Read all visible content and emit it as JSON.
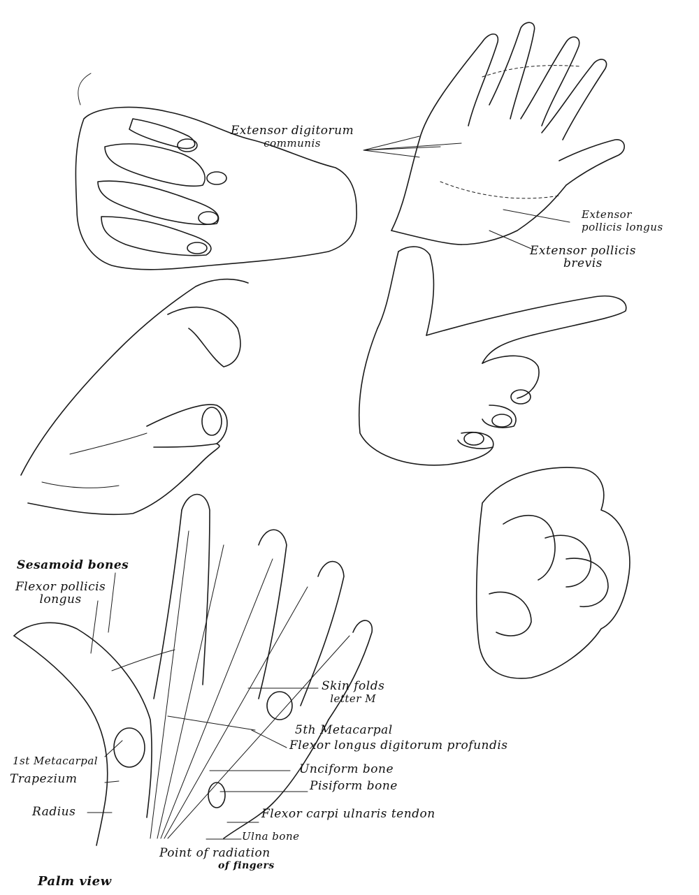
{
  "figure": {
    "caption": "Palm view",
    "drawings": [
      {
        "name": "cupped-hand",
        "description": "Hand cupped, fingers curled over"
      },
      {
        "name": "dorsal-hand",
        "description": "Back of spread hand showing extensor tendons"
      },
      {
        "name": "pinching-hand",
        "description": "Hand with thumb and fingers pinching"
      },
      {
        "name": "pointing-hand",
        "description": "Hand with index finger pointing"
      },
      {
        "name": "fist",
        "description": "Clenched fist"
      },
      {
        "name": "palm-skeleton",
        "description": "Palm view with bones and tendons"
      }
    ],
    "labels": {
      "extensor_digitorum": {
        "line1": "Extensor digitorum",
        "line2": "communis"
      },
      "extensor_pollicis_longus": {
        "line1": "Extensor",
        "line2": "pollicis longus"
      },
      "extensor_pollicis_brevis": {
        "line1": "Extensor pollicis",
        "line2": "brevis"
      },
      "sesamoid_bones": "Sesamoid bones",
      "flexor_pollicis_longus": {
        "line1": "Flexor pollicis",
        "line2": "longus"
      },
      "skin_folds": {
        "line1": "Skin folds",
        "line2": "letter M"
      },
      "fifth_metacarpal": "5th Metacarpal",
      "flexor_longus_digitorum": "Flexor longus digitorum profundis",
      "first_metacarpal": "1st Metacarpal",
      "trapezium": "Trapezium",
      "unciform_bone": "Unciform bone",
      "pisiform_bone": "Pisiform bone",
      "radius": "Radius",
      "flexor_carpi_ulnaris": "Flexor carpi ulnaris tendon",
      "ulna_bone": "Ulna bone",
      "point_of_radiation": {
        "line1": "Point of radiation",
        "line2": "of fingers"
      }
    }
  }
}
